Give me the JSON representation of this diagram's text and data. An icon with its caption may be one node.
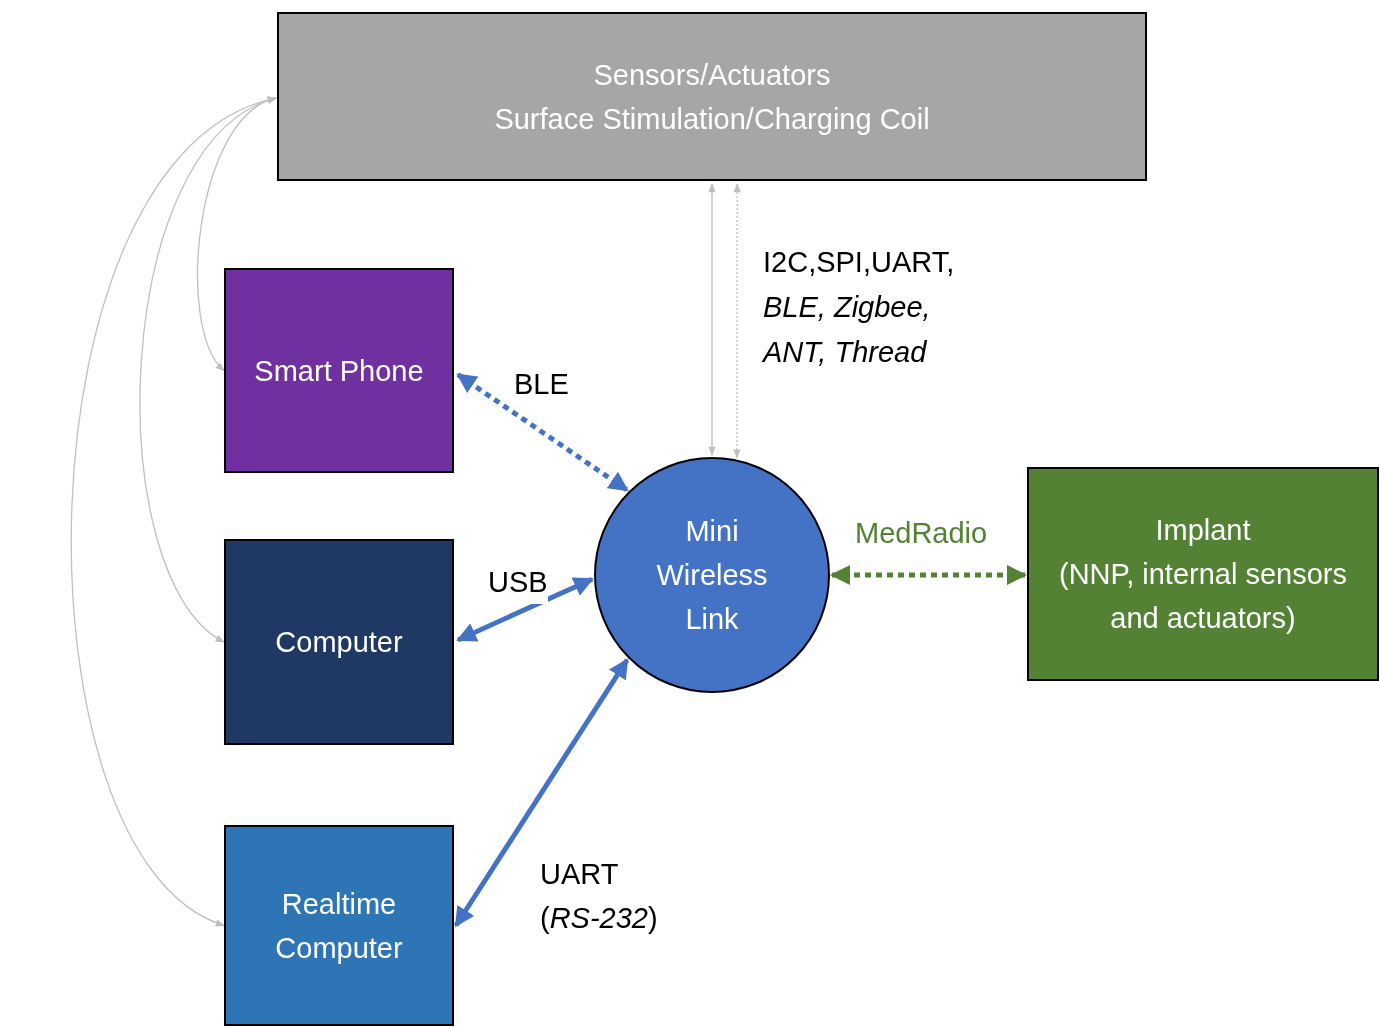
{
  "diagram": {
    "nodes": [
      {
        "text": [
          "Sensors/Actuators",
          "Surface Stimulation/Charging Coil"
        ]
      },
      {
        "text": [
          "Smart Phone"
        ]
      },
      {
        "text": [
          "Computer"
        ]
      },
      {
        "text": [
          "Realtime Computer"
        ]
      },
      {
        "text": [
          "Mini Wireless Link"
        ]
      },
      {
        "text": [
          "Implant",
          "(NNP, internal sensors and actuators)"
        ]
      }
    ],
    "edges": [
      {
        "from": 0,
        "to": 4,
        "arrow": "both"
      },
      {
        "from": 0,
        "to": 4,
        "arrow": "both",
        "style": "dashed"
      },
      {
        "from": 1,
        "to": 4,
        "arrow": "both",
        "label": "BLE",
        "style": "dashed",
        "color": "#4472c4"
      },
      {
        "from": 2,
        "to": 4,
        "arrow": "both",
        "label": "USB",
        "style": "thick",
        "color": "#4472c4"
      },
      {
        "from": 3,
        "to": 4,
        "arrow": "both",
        "label": "UART (*RS-232*)",
        "style": "thick",
        "color": "#4472c4"
      },
      {
        "from": 4,
        "to": 5,
        "arrow": "both",
        "label": "MedRadio",
        "style": "dashed",
        "color": "#548235"
      },
      {
        "from": 0,
        "to": 1,
        "arrow": "both"
      },
      {
        "from": 0,
        "to": 2,
        "arrow": "both"
      },
      {
        "from": 0,
        "to": 3,
        "arrow": "both"
      }
    ],
    "labels": [
      "I2C,SPI,UART, *BLE, Zigbee, ANT, Thread*"
    ]
  }
}
